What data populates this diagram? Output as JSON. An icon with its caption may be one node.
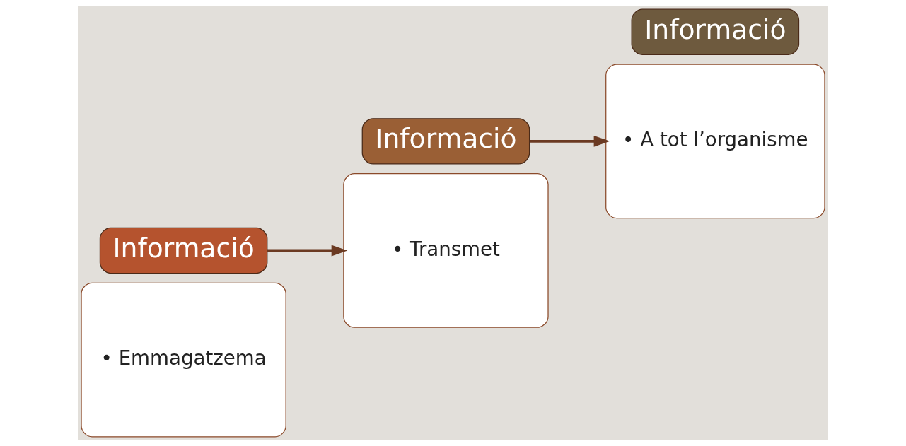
{
  "diagram": {
    "nodes": [
      {
        "text": [
          "• Emmagatzema"
        ]
      },
      {
        "text": [
          "Informació"
        ]
      },
      {
        "text": [
          "• Transmet"
        ]
      },
      {
        "text": [
          "Informació"
        ]
      },
      {
        "text": [
          "• A tot l’organisme"
        ]
      },
      {
        "text": [
          "Informació"
        ]
      }
    ],
    "edges": [
      {
        "from": 1,
        "to": 2,
        "arrow": "to"
      },
      {
        "from": 3,
        "to": 4,
        "arrow": "to"
      }
    ]
  }
}
